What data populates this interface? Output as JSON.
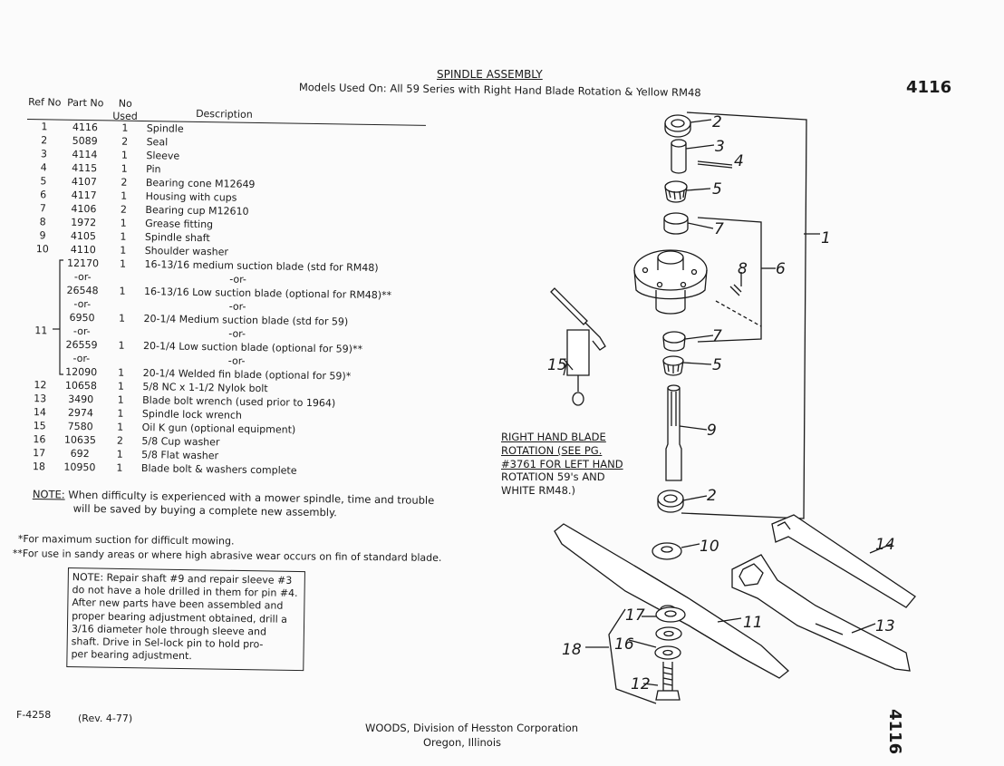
{
  "header": {
    "title": "SPINDLE ASSEMBLY",
    "models_label": "Models Used On:",
    "models_value": "All 59 Series with Right Hand Blade Rotation & Yellow RM48",
    "page_number": "4116",
    "page_number_rotated": "4116"
  },
  "columns": {
    "ref": "Ref No",
    "part": "Part No",
    "used": "No Used",
    "desc": "Description"
  },
  "parts": [
    {
      "ref": "1",
      "part": "4116",
      "used": "1",
      "desc": "Spindle"
    },
    {
      "ref": "2",
      "part": "5089",
      "used": "2",
      "desc": "Seal"
    },
    {
      "ref": "3",
      "part": "4114",
      "used": "1",
      "desc": "Sleeve"
    },
    {
      "ref": "4",
      "part": "4115",
      "used": "1",
      "desc": "Pin"
    },
    {
      "ref": "5",
      "part": "4107",
      "used": "2",
      "desc": "Bearing cone M12649"
    },
    {
      "ref": "6",
      "part": "4117",
      "used": "1",
      "desc": "Housing with cups"
    },
    {
      "ref": "7",
      "part": "4106",
      "used": "2",
      "desc": "Bearing cup M12610"
    },
    {
      "ref": "8",
      "part": "1972",
      "used": "1",
      "desc": "Grease fitting"
    },
    {
      "ref": "9",
      "part": "4105",
      "used": "1",
      "desc": "Spindle shaft"
    },
    {
      "ref": "10",
      "part": "4110",
      "used": "1",
      "desc": "Shoulder washer"
    },
    {
      "ref": "",
      "part": "12170",
      "used": "1",
      "desc": "16-13/16 medium suction blade (std for RM48)"
    },
    {
      "ref": "",
      "part": "-or-",
      "used": "",
      "desc": "-or-"
    },
    {
      "ref": "",
      "part": "26548",
      "used": "1",
      "desc": "16-13/16 Low suction blade (optional for RM48)**"
    },
    {
      "ref": "",
      "part": "-or-",
      "used": "",
      "desc": "-or-"
    },
    {
      "ref": "",
      "part": "6950",
      "used": "1",
      "desc": "20-1/4 Medium suction blade (std for 59)"
    },
    {
      "ref": "11",
      "part": "-or-",
      "used": "",
      "desc": "-or-"
    },
    {
      "ref": "",
      "part": "26559",
      "used": "1",
      "desc": "20-1/4 Low suction blade (optional for 59)**"
    },
    {
      "ref": "",
      "part": "-or-",
      "used": "",
      "desc": "-or-"
    },
    {
      "ref": "",
      "part": "12090",
      "used": "1",
      "desc": "20-1/4 Welded fin blade (optional for 59)*"
    },
    {
      "ref": "12",
      "part": "10658",
      "used": "1",
      "desc": "5/8 NC x 1-1/2 Nylok bolt"
    },
    {
      "ref": "13",
      "part": "3490",
      "used": "1",
      "desc": "Blade bolt wrench (used prior to 1964)"
    },
    {
      "ref": "14",
      "part": "2974",
      "used": "1",
      "desc": "Spindle lock wrench"
    },
    {
      "ref": "15",
      "part": "7580",
      "used": "1",
      "desc": "Oil K gun (optional equipment)"
    },
    {
      "ref": "16",
      "part": "10635",
      "used": "2",
      "desc": "5/8 Cup washer"
    },
    {
      "ref": "17",
      "part": "692",
      "used": "1",
      "desc": "5/8 Flat washer"
    },
    {
      "ref": "18",
      "part": "10950",
      "used": "1",
      "desc": "Blade bolt & washers complete"
    }
  ],
  "note_main": {
    "label": "NOTE:",
    "line1": "When difficulty is experienced with a mower spindle, time and trouble",
    "line2": "will be saved by buying a complete new assembly."
  },
  "footnotes": {
    "single": "*For maximum suction for difficult mowing.",
    "double": "**For use in sandy areas or where high abrasive wear occurs on fin of standard blade."
  },
  "note_box": {
    "line1": "NOTE: Repair shaft #9 and repair sleeve #3",
    "line2": "do not have a hole drilled in them for pin #4.",
    "line3": "After new parts have been assembled and",
    "line4": "proper bearing adjustment obtained, drill a",
    "line5": "3/16 diameter hole through sleeve and",
    "line6": "shaft. Drive in Sel-lock pin to hold pro-",
    "line7": "per bearing adjustment."
  },
  "rotation_note": {
    "line1": "RIGHT HAND BLADE",
    "line2": "ROTATION (SEE PG.",
    "line3": "#3761 FOR LEFT HAND",
    "line4": "ROTATION 59's AND",
    "line5": "WHITE RM48.)"
  },
  "footer": {
    "form_number": "F-4258",
    "revision": "(Rev. 4-77)",
    "company": "WOODS, Division of Hesston Corporation",
    "city": "Oregon, Illinois"
  },
  "callouts": [
    "1",
    "2",
    "3",
    "4",
    "5",
    "6",
    "7",
    "8",
    "7",
    "5",
    "9",
    "2",
    "10",
    "11",
    "12",
    "13",
    "14",
    "15",
    "16",
    "17",
    "18"
  ]
}
